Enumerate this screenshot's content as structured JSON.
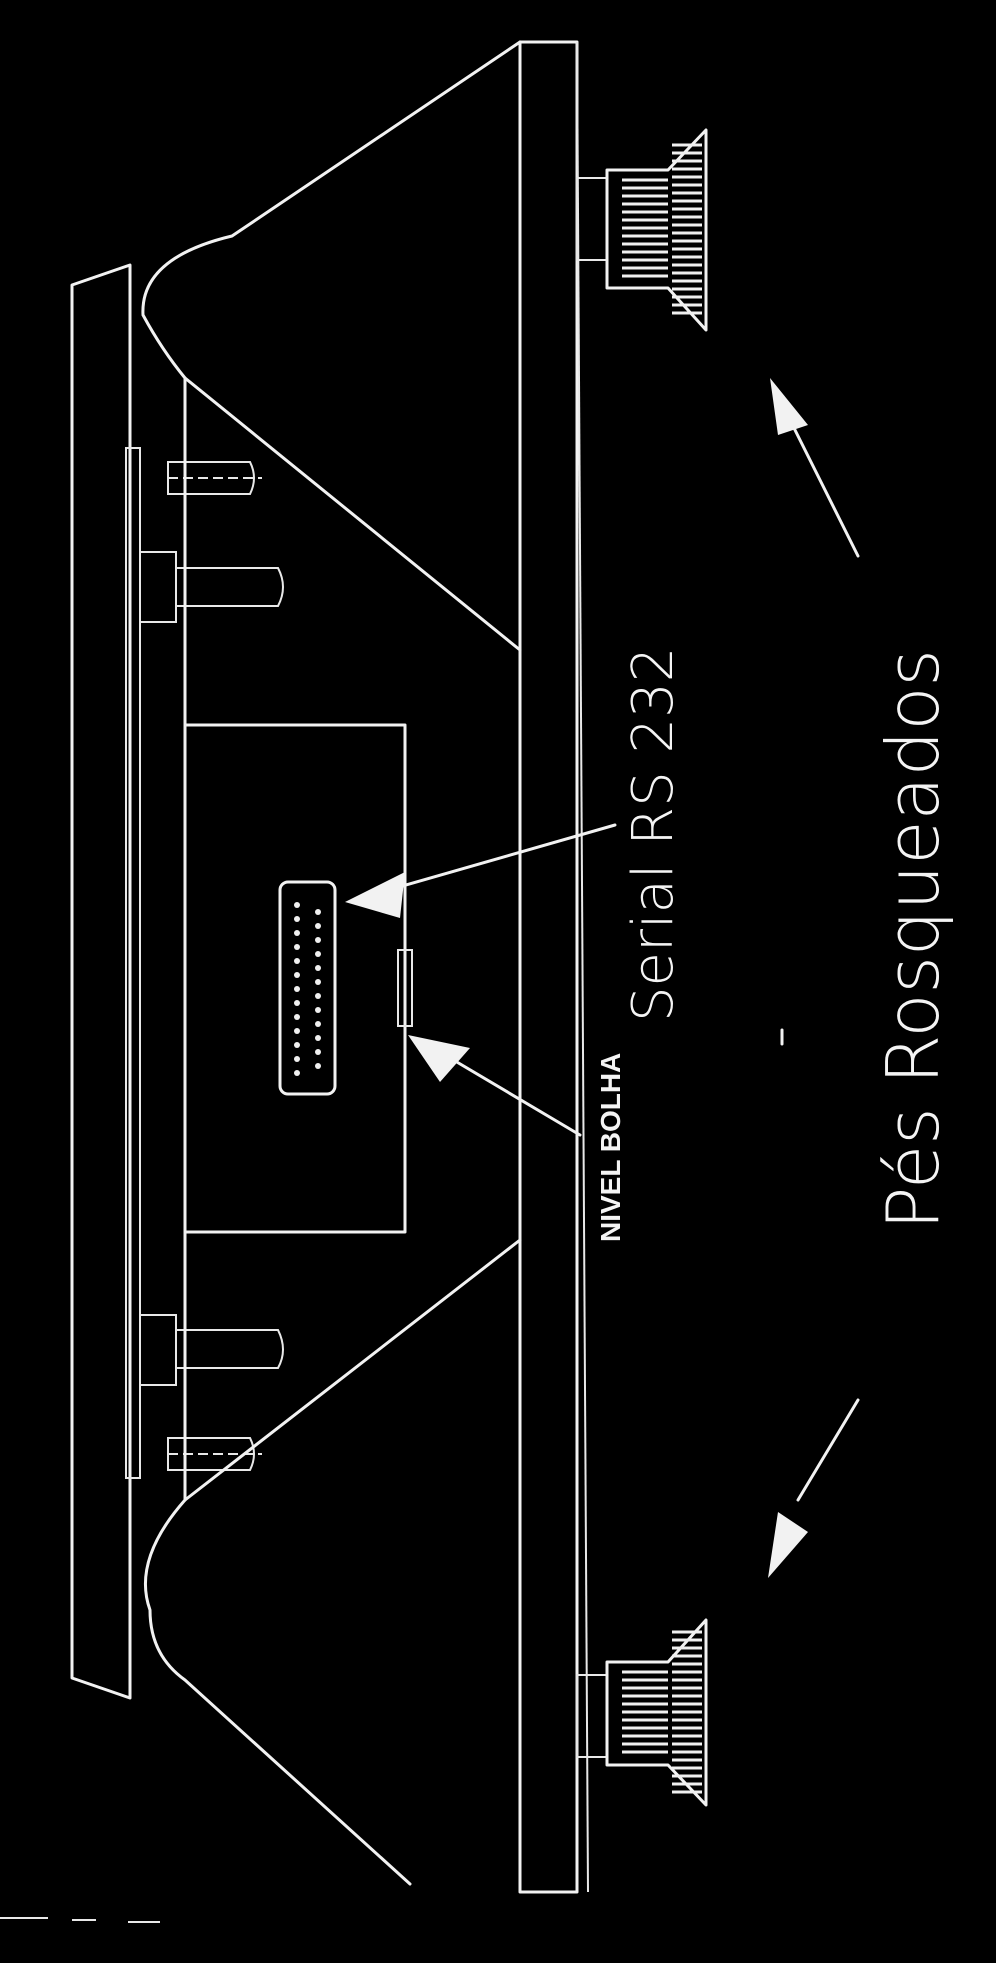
{
  "labels": {
    "serial": "Serial RS 232",
    "bubble_level": "NIVEL BOLHA",
    "feet": "Pés Rosqueados"
  },
  "colors": {
    "background": "#000000",
    "ink": "#f2f2f2"
  }
}
